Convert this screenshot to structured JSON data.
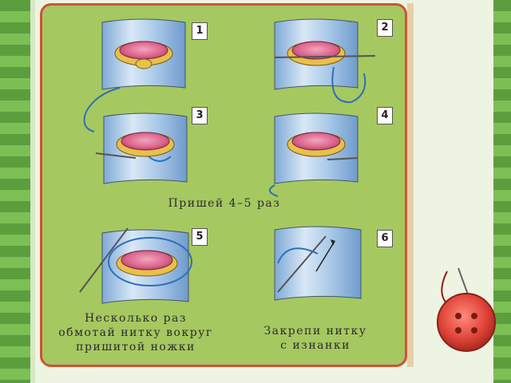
{
  "steps": [
    {
      "number": "1"
    },
    {
      "number": "2"
    },
    {
      "number": "3"
    },
    {
      "number": "4"
    },
    {
      "number": "5"
    },
    {
      "number": "6"
    }
  ],
  "captions": {
    "sew_times": "Пришей 4–5 раз",
    "wrap_line1": "Несколько раз",
    "wrap_line2": "обмотай нитку вокруг",
    "wrap_line3": "пришитой ножки",
    "secure_line1": "Закрепи нитку",
    "secure_line2": "с изнанки"
  },
  "colors": {
    "panel": "#a6c860",
    "panel_border": "#cf5236",
    "fabric": "#a9c8e8",
    "button_face": "#d9608a",
    "button_rim": "#e8c04a",
    "thread": "#2e6fb8",
    "red_button": "#e0453a"
  }
}
